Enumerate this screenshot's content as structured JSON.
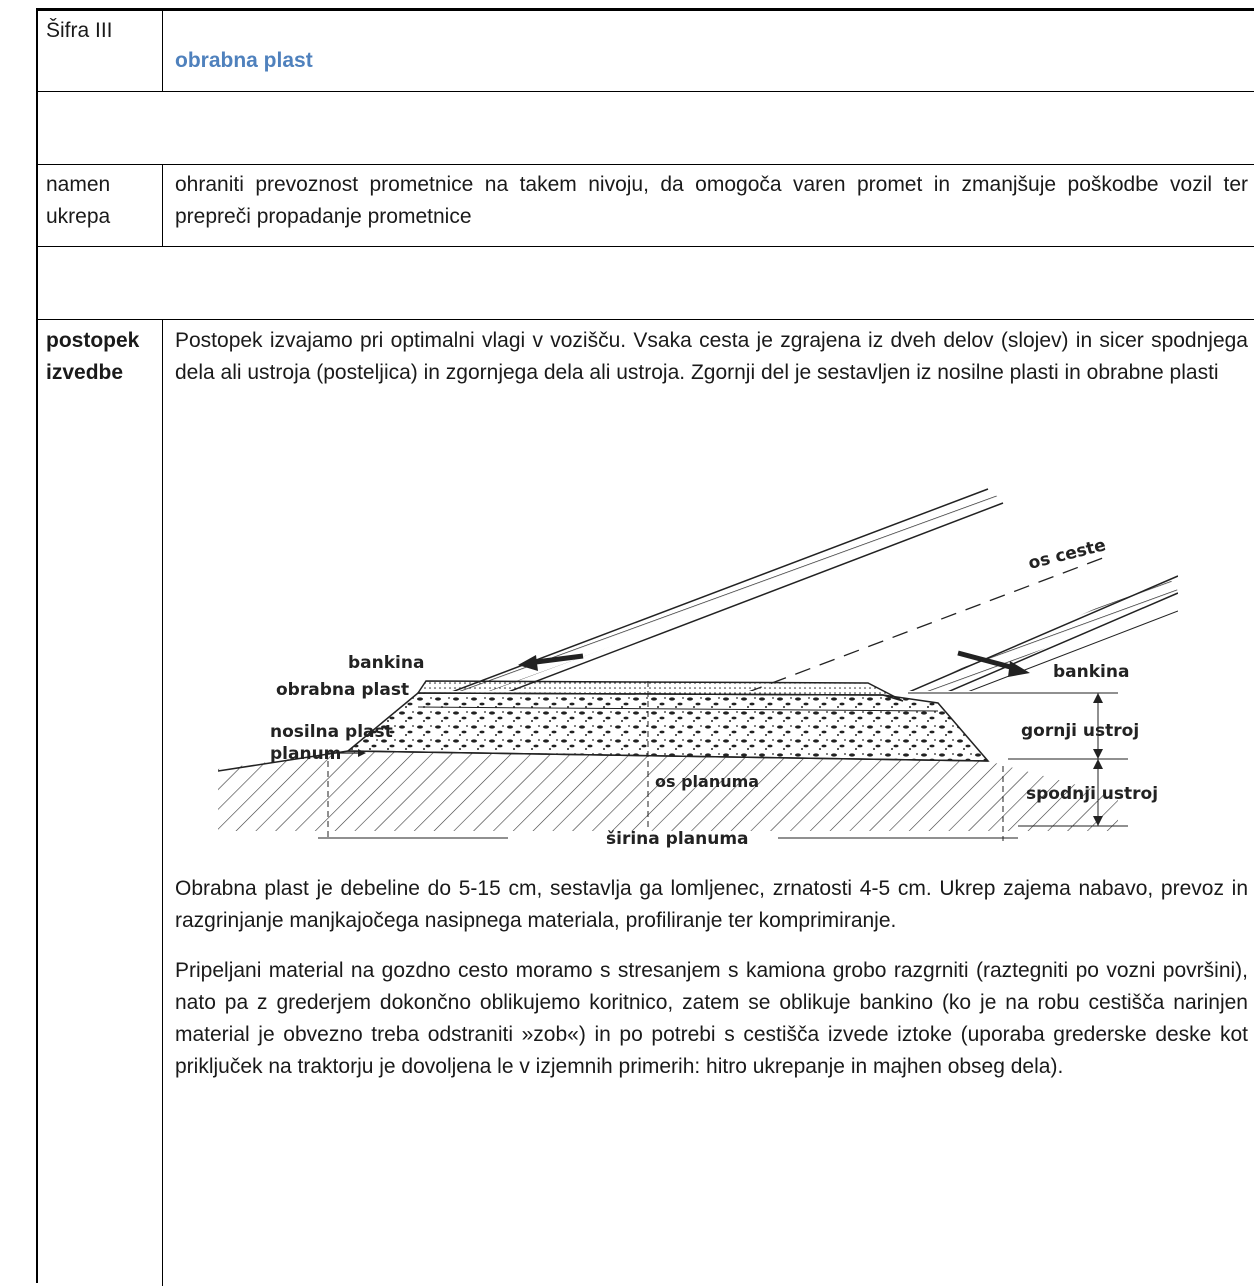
{
  "header": {
    "code_label": "Šifra III",
    "title": "obrabna plast"
  },
  "purpose": {
    "label_line1": "namen",
    "label_line2": "ukrepa",
    "text": "ohraniti prevoznost prometnice na takem nivoju, da omogoča varen promet in zmanjšuje poškodbe vozil ter prepreči propadanje prometnice"
  },
  "procedure": {
    "label_line1": "postopek",
    "label_line2": "izvedbe",
    "intro": "Postopek izvajamo pri optimalni vlagi v vozišču. Vsaka cesta je zgrajena iz dveh delov (slojev) in sicer spodnjega dela ali ustroja (posteljica) in zgornjega dela ali ustroja. Zgornji del je sestavljen iz nosilne plasti in obrabne plasti",
    "para2": "Obrabna plast je debeline do 5-15 cm, sestavlja ga lomljenec, zrnatosti 4-5 cm. Ukrep zajema nabavo, prevoz in razgrinjanje manjkajočega nasipnega materiala, profiliranje ter komprimiranje.",
    "para3": "Pripeljani material na gozdno cesto moramo s stresanjem s kamiona grobo razgrniti (raztegniti po vozni površini), nato pa z grederjem dokončno oblikujemo koritnico, zatem se oblikuje bankino (ko je na robu cestišča narinjen material je obvezno treba odstraniti »zob«) in po potrebi s cestišča izvede iztoke (uporaba grederske deske kot priključek na traktorju je dovoljena le v izjemnih primerih: hitro ukrepanje in majhen obseg dela)."
  },
  "diagram": {
    "labels": {
      "road_axis": "os ceste",
      "shoulder_left": "bankina",
      "shoulder_right": "bankina",
      "wear_layer": "obrabna plast",
      "base_layer": "nosilna plast",
      "subgrade": "planum",
      "upper_structure": "gornji ustroj",
      "lower_structure": "spodnji ustroj",
      "subgrade_axis": "os planuma",
      "subgrade_width": "širina planuma"
    }
  }
}
